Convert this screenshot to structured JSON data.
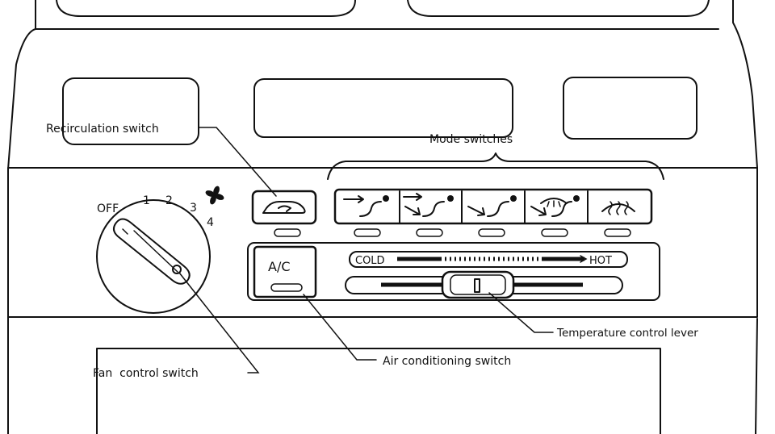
{
  "labels": {
    "recirculation_switch": "Recirculation switch",
    "mode_switches": "Mode switches",
    "fan_control_switch": "Fan  control switch",
    "air_conditioning_switch": "Air conditioning switch",
    "temperature_control_lever": "Temperature control lever"
  },
  "fan_dial": {
    "positions": [
      "OFF",
      "1",
      "2",
      "3",
      "4"
    ]
  },
  "ac_button": {
    "label": "A/C"
  },
  "temperature_scale": {
    "cold_label": "COLD",
    "hot_label": "HOT"
  },
  "mode_buttons": [
    {
      "name": "face",
      "icon": "vent-face-icon"
    },
    {
      "name": "bi-level",
      "icon": "vent-bilevel-icon"
    },
    {
      "name": "foot",
      "icon": "vent-foot-icon"
    },
    {
      "name": "foot-defrost",
      "icon": "vent-foot-defrost-icon"
    },
    {
      "name": "defrost",
      "icon": "defrost-icon"
    }
  ]
}
